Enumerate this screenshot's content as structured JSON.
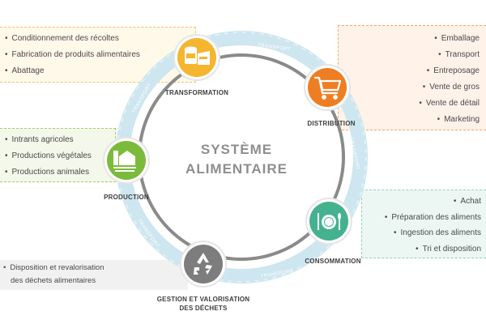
{
  "center": {
    "line1": "SYSTÈME",
    "line2": "ALIMENTAIRE"
  },
  "transport_label": "TRANSPORT",
  "nodes": {
    "transformation": {
      "label": "TRANSFORMATION",
      "color": "#f5b52e",
      "items": [
        "Conditionnement des récoltes",
        "Fabrication de produits alimentaires",
        "Abattage"
      ]
    },
    "distribution": {
      "label": "DISTRIBUTION",
      "color": "#ef7e22",
      "items": [
        "Emballage",
        "Transport",
        "Entreposage",
        "Vente de gros",
        "Vente de détail",
        "Marketing"
      ]
    },
    "consommation": {
      "label": "CONSOMMATION",
      "color": "#44b28f",
      "items": [
        "Achat",
        "Préparation des aliments",
        "Ingestion des aliments",
        "Tri et disposition"
      ]
    },
    "dechets": {
      "label_line1": "GESTION ET VALORISATION",
      "label_line2": "DES DÉCHETS",
      "color": "#7d7d7d",
      "item_line1": "Disposition et revalorisation",
      "item_line2": "des déchets alimentaires"
    },
    "production": {
      "label": "PRODUCTION",
      "color": "#7bbb3c",
      "items": [
        "Intrants agricoles",
        "Productions végétales",
        "Productions animales"
      ]
    }
  },
  "colors": {
    "ring": "#cde6ef",
    "ring_inner": "#8a8a8a"
  }
}
